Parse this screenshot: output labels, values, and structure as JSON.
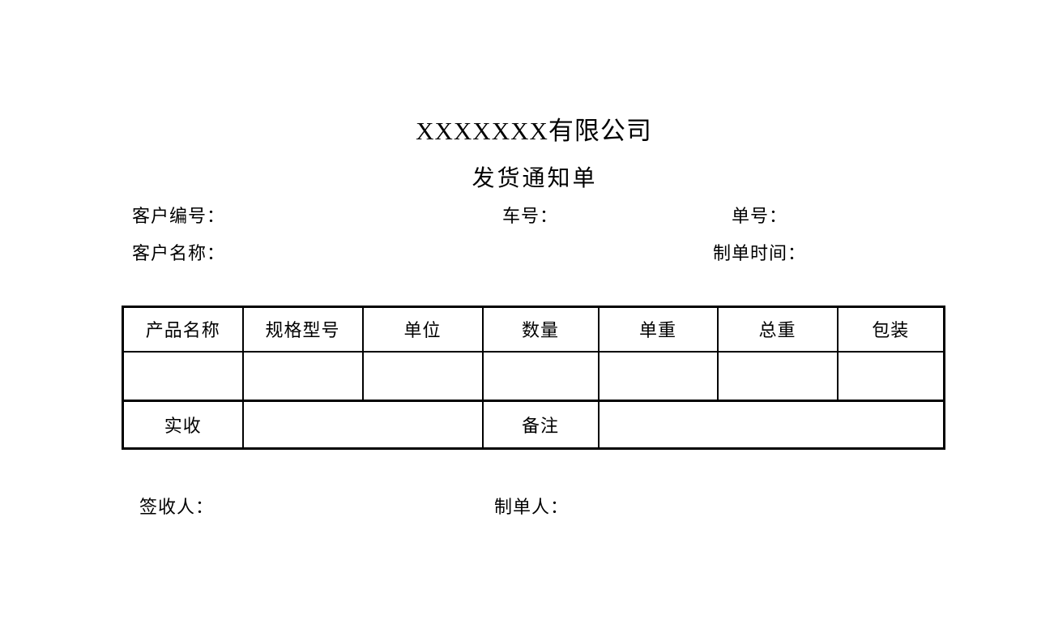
{
  "document": {
    "company_title": "XXXXXXX有限公司",
    "form_title": "发货通知单"
  },
  "fields": {
    "customer_code_label": "客户编号：",
    "vehicle_number_label": "车号：",
    "order_number_label": "单号：",
    "customer_name_label": "客户名称：",
    "created_time_label": "制单时间：",
    "receiver_sign_label": "签收人：",
    "preparer_label": "制单人："
  },
  "table": {
    "headers": [
      "产品名称",
      "规格型号",
      "单位",
      "数量",
      "单重",
      "总重",
      "包装"
    ],
    "body_rows": [
      [
        "",
        "",
        "",
        "",
        "",
        "",
        ""
      ]
    ],
    "footer": {
      "received_label": "实收",
      "received_value": "",
      "remarks_label": "备注",
      "remarks_value": ""
    }
  },
  "colors": {
    "text": "#000000",
    "background": "#ffffff",
    "border": "#000000"
  }
}
